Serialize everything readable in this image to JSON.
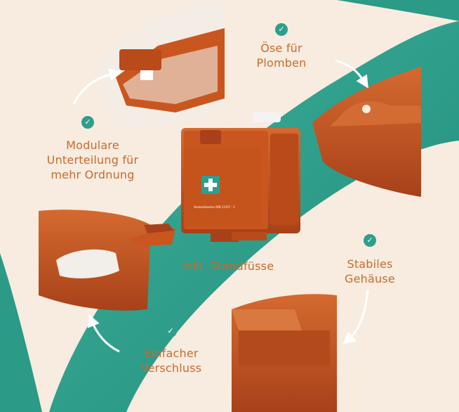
{
  "features": {
    "modular": "Modulare\nUnterteilung für\nmehr Ordnung",
    "seal_eyelet": "Öse für\nPlomben",
    "feet": "inkl. Standfüsse",
    "stable": "Stabiles\nGehäuse",
    "closure": "Einfacher\nVerschluss"
  },
  "product": {
    "case_label": "Verbandkasten DIN 13157 - C"
  },
  "colors": {
    "background": "#f7ecdf",
    "teal": "#2b9a87",
    "orange": "#c4531c",
    "text_orange": "#c96a2e",
    "check_green": "#2f9e8c"
  },
  "icons": [
    "check-icon",
    "first-aid-cross-icon",
    "curved-arrow-icon"
  ]
}
